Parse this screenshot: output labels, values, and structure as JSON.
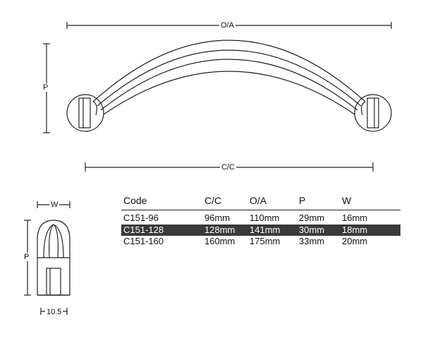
{
  "dimensions": {
    "overall_label": "O/A",
    "projection_label": "P",
    "center_label": "C/C",
    "side_width_label": "W",
    "side_projection_label": "P",
    "base_label": "10.5"
  },
  "table": {
    "headers": [
      "Code",
      "C/C",
      "O/A",
      "P",
      "W"
    ],
    "rows": [
      [
        "C151-96",
        "96mm",
        "110mm",
        "29mm",
        "16mm"
      ],
      [
        "C151-128",
        "128mm",
        "141mm",
        "30mm",
        "18mm"
      ],
      [
        "C151-160",
        "160mm",
        "175mm",
        "33mm",
        "20mm"
      ]
    ],
    "highlighted_row": 1
  },
  "colors": {
    "line": "#222222",
    "highlight": "#3a3a3a"
  }
}
